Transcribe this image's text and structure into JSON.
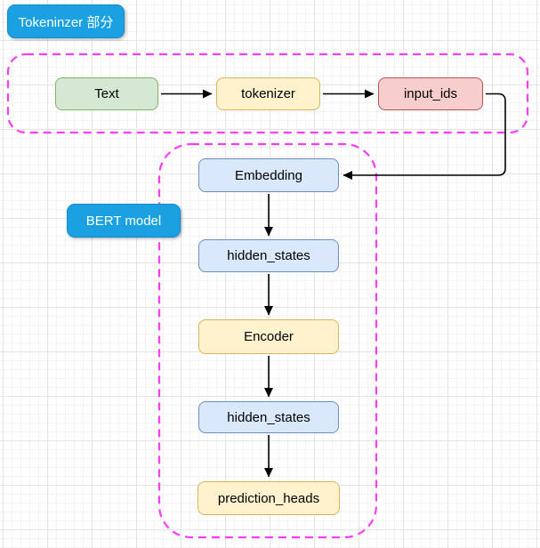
{
  "diagram": {
    "groups": [
      {
        "name": "tokenizer-section",
        "label": "Tokeninzer 部分"
      },
      {
        "name": "bert-model",
        "label": "BERT model"
      }
    ],
    "nodes": [
      {
        "name": "text",
        "label": "Text",
        "color": "green"
      },
      {
        "name": "tokenizer",
        "label": "tokenizer",
        "color": "yellow"
      },
      {
        "name": "input-ids",
        "label": "input_ids",
        "color": "red"
      },
      {
        "name": "embedding",
        "label": "Embedding",
        "color": "blue"
      },
      {
        "name": "hidden-states-1",
        "label": "hidden_states",
        "color": "blue"
      },
      {
        "name": "encoder",
        "label": "Encoder",
        "color": "yellow"
      },
      {
        "name": "hidden-states-2",
        "label": "hidden_states",
        "color": "blue"
      },
      {
        "name": "prediction-heads",
        "label": "prediction_heads",
        "color": "yellow"
      }
    ],
    "edges": [
      {
        "from": "text",
        "to": "tokenizer"
      },
      {
        "from": "tokenizer",
        "to": "input-ids"
      },
      {
        "from": "input-ids",
        "to": "embedding"
      },
      {
        "from": "embedding",
        "to": "hidden-states-1"
      },
      {
        "from": "hidden-states-1",
        "to": "encoder"
      },
      {
        "from": "encoder",
        "to": "hidden-states-2"
      },
      {
        "from": "hidden-states-2",
        "to": "prediction-heads"
      }
    ],
    "colors": {
      "group_label_bg": "#1BA1E2",
      "group_label_text": "#FFFFFF",
      "container_border": "#FA3DF5",
      "node_green_fill": "#D5E8D4",
      "node_green_border": "#82B366",
      "node_yellow_fill": "#FFF2CC",
      "node_yellow_border": "#D6B656",
      "node_red_fill": "#F8CECC",
      "node_red_border": "#B85450",
      "node_blue_fill": "#DAE8FC",
      "node_blue_border": "#6C8EBF",
      "arrow": "#000000"
    }
  }
}
